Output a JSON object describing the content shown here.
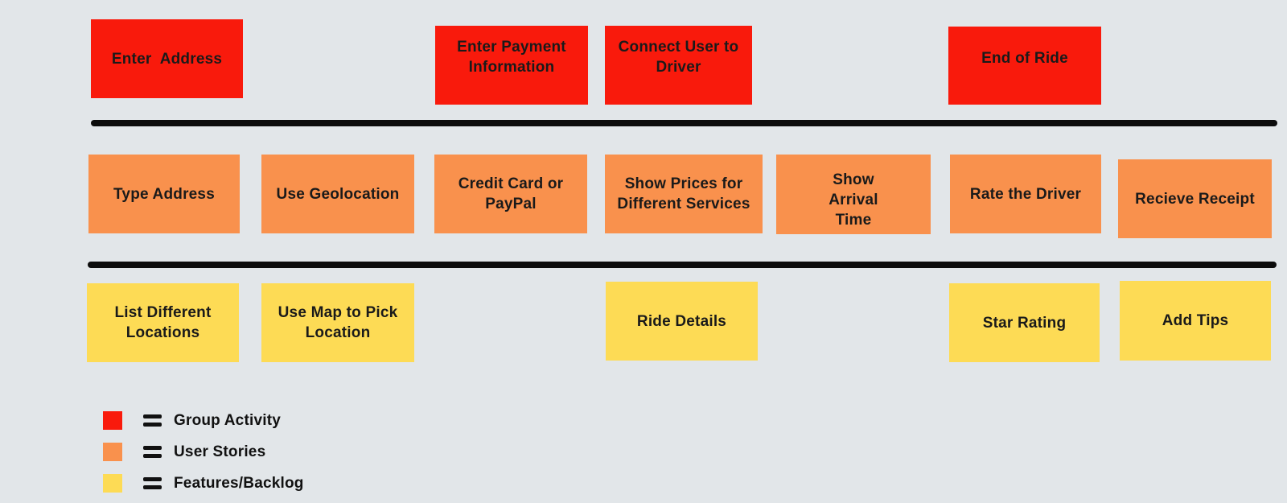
{
  "palette": {
    "background": "#E2E6E9",
    "group_activity": "#F91A0C",
    "user_stories": "#F9914D",
    "features_backlog": "#FDDB55",
    "timeline": "#0C0C0C",
    "card_text": "#1A1A1A"
  },
  "map": {
    "activities": [
      {
        "label": "Enter  Address"
      },
      {
        "label": "Enter Payment Information"
      },
      {
        "label": "Connect User to Driver"
      },
      {
        "label": "End of Ride"
      }
    ],
    "stories": [
      {
        "label": "Type Address"
      },
      {
        "label": "Use Geolocation"
      },
      {
        "label": "Credit Card or PayPal"
      },
      {
        "label": "Show Prices for Different Services"
      },
      {
        "label": "Show\nArrival\nTime"
      },
      {
        "label": "Rate the Driver"
      },
      {
        "label": "Recieve Receipt"
      }
    ],
    "features": [
      {
        "label": "List Different Locations"
      },
      {
        "label": "Use Map to Pick Location"
      },
      {
        "label": "Ride Details"
      },
      {
        "label": "Star Rating"
      },
      {
        "label": "Add Tips"
      }
    ]
  },
  "legend": {
    "items": [
      {
        "label": "Group Activity"
      },
      {
        "label": "User Stories"
      },
      {
        "label": "Features/Backlog"
      }
    ]
  }
}
